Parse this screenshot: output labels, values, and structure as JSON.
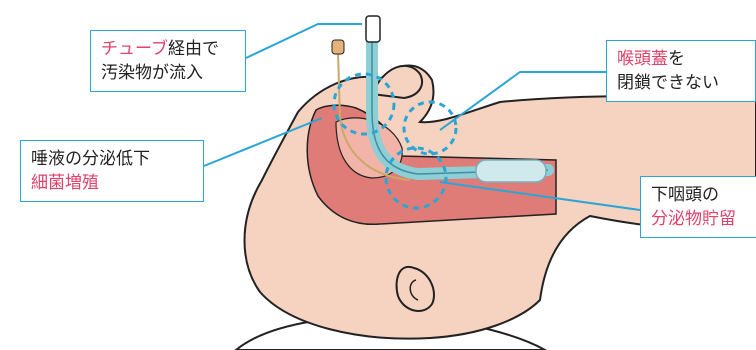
{
  "colors": {
    "accent_blue": "#2aa6d6",
    "highlight_pink": "#e0426a",
    "skin": "#f6d2c1",
    "skin_outline": "#222222",
    "airway": "#e07c78",
    "tube": "#8ecfd6"
  },
  "callouts": {
    "tube": {
      "highlight": "チューブ",
      "rest": "経由で",
      "line2": "汚染物が流入"
    },
    "saliva": {
      "line1": "唾液の分泌低下",
      "highlight": "細菌増殖"
    },
    "epiglottis": {
      "highlight": "喉頭蓋",
      "rest": "を",
      "line2": "閉鎖できない"
    },
    "hypopharynx": {
      "line1": "下咽頭の",
      "highlight": "分泌物貯留"
    }
  }
}
